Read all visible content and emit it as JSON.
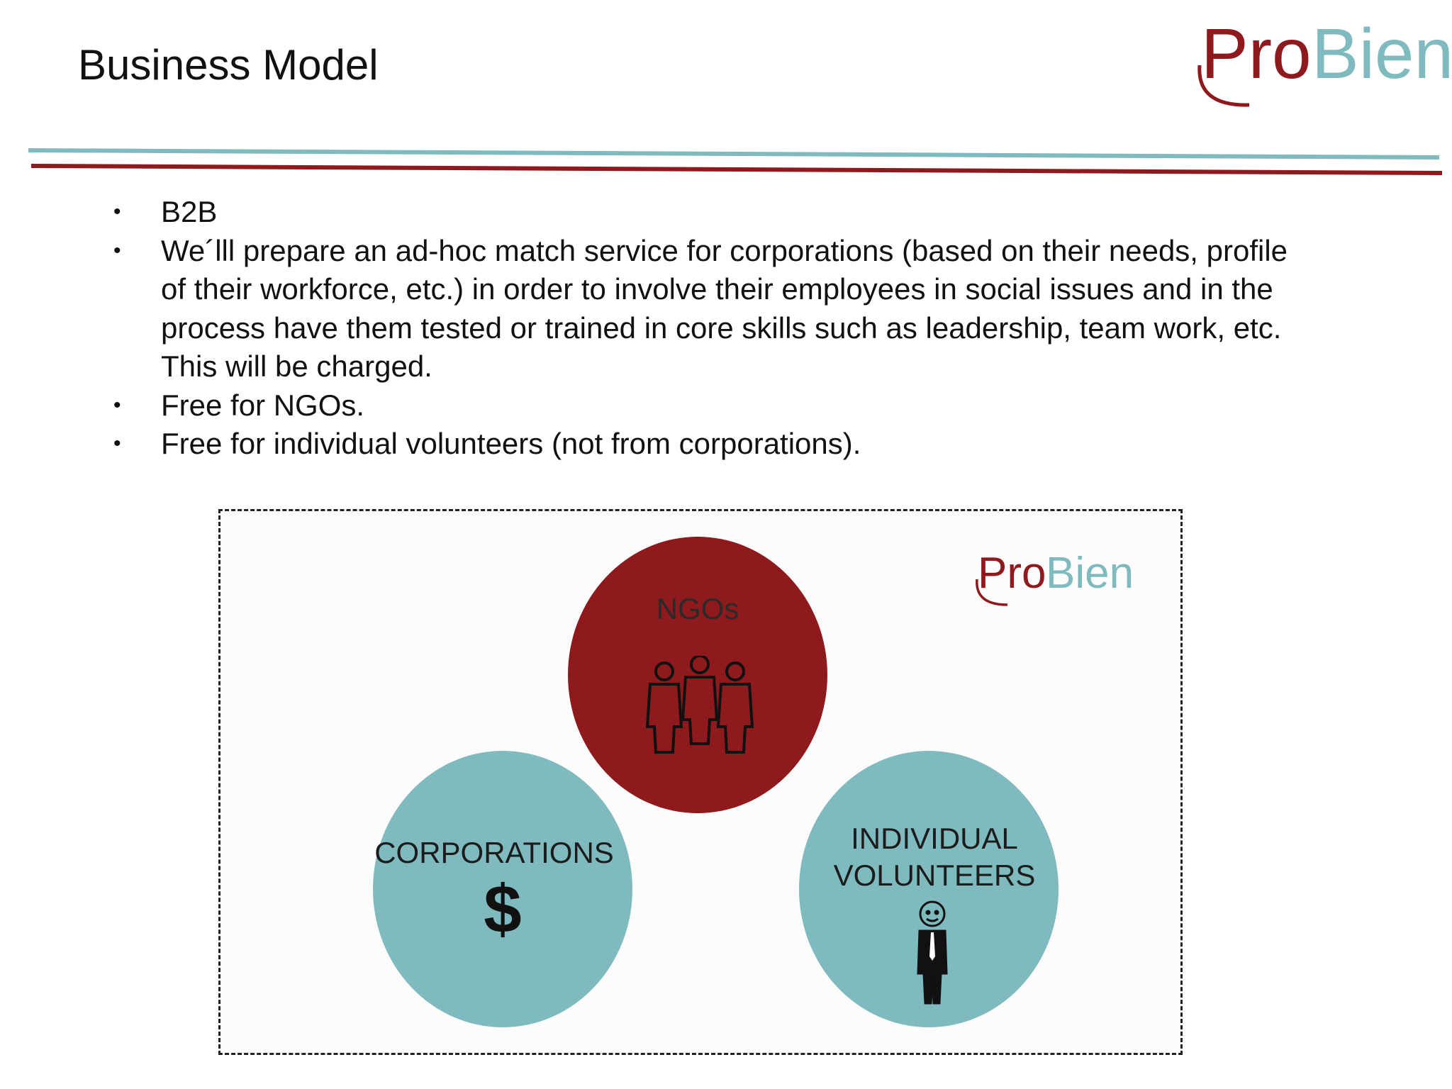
{
  "slide": {
    "title": "Business Model"
  },
  "logo": {
    "pro": "Pro",
    "bien": "Bien"
  },
  "colors": {
    "teal": "#7fbabf",
    "red": "#8f1a1e",
    "dark": "#111111"
  },
  "bullets": [
    {
      "text": "B2B"
    },
    {
      "text": "We´lll prepare an ad-hoc match service for corporations (based on their needs, profile of their workforce, etc.) in order to involve their employees in social issues and in the process have them tested or trained in core skills such as leadership, team work, etc. This will be charged."
    },
    {
      "text": "Free for NGOs."
    },
    {
      "text": "Free for individual volunteers (not from corporations)."
    }
  ],
  "diagram": {
    "ngos": {
      "label": "NGOs",
      "icon": "group-of-people-icon"
    },
    "corporations": {
      "label": "CORPORATIONS",
      "icon": "dollar-sign-icon",
      "symbol": "$"
    },
    "volunteers": {
      "label": "INDIVIDUAL\nVOLUNTEERS",
      "icon": "person-with-tie-icon"
    }
  }
}
